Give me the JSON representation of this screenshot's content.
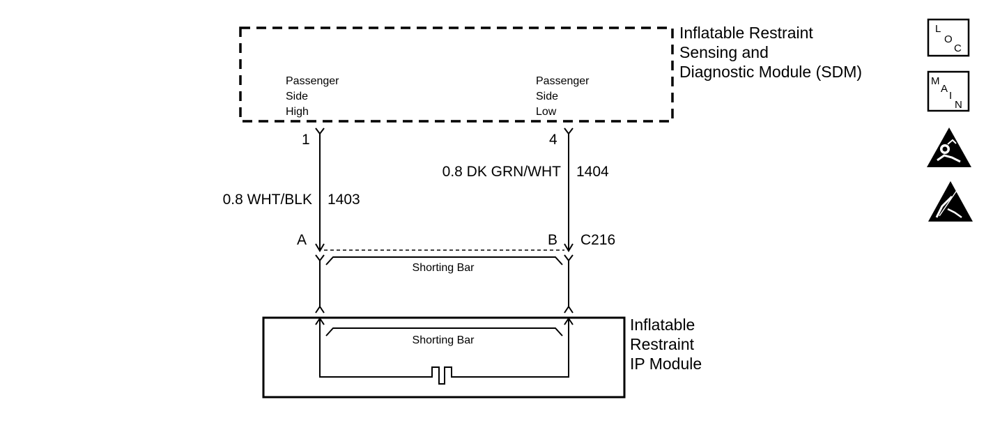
{
  "sdm": {
    "title_lines": [
      "Inflatable Restraint",
      "Sensing and",
      "Diagnostic Module (SDM)"
    ],
    "left_terminal_lines": [
      "Passenger",
      "Side",
      "High"
    ],
    "right_terminal_lines": [
      "Passenger",
      "Side",
      "Low"
    ]
  },
  "wires": {
    "left": {
      "pin": "1",
      "color_label": "0.8 WHT/BLK",
      "circuit": "1403",
      "connector_pin": "A"
    },
    "right": {
      "pin": "4",
      "color_label": "0.8 DK GRN/WHT",
      "circuit": "1404",
      "connector_pin": "B"
    }
  },
  "connector": {
    "id": "C216",
    "shorting_bar_label": "Shorting Bar"
  },
  "ip_module": {
    "title_lines": [
      "Inflatable",
      "Restraint",
      "IP Module"
    ],
    "shorting_bar_label": "Shorting Bar"
  },
  "side_icons": {
    "loc": {
      "letters": [
        "L",
        "O",
        "C"
      ]
    },
    "main": {
      "letters": [
        "M",
        "A",
        "I",
        "N"
      ]
    },
    "airbag_warning_icon": "airbag-warning-icon",
    "esd_warning_icon": "esd-warning-icon"
  },
  "colors": {
    "ink": "#000000",
    "background": "#ffffff"
  }
}
